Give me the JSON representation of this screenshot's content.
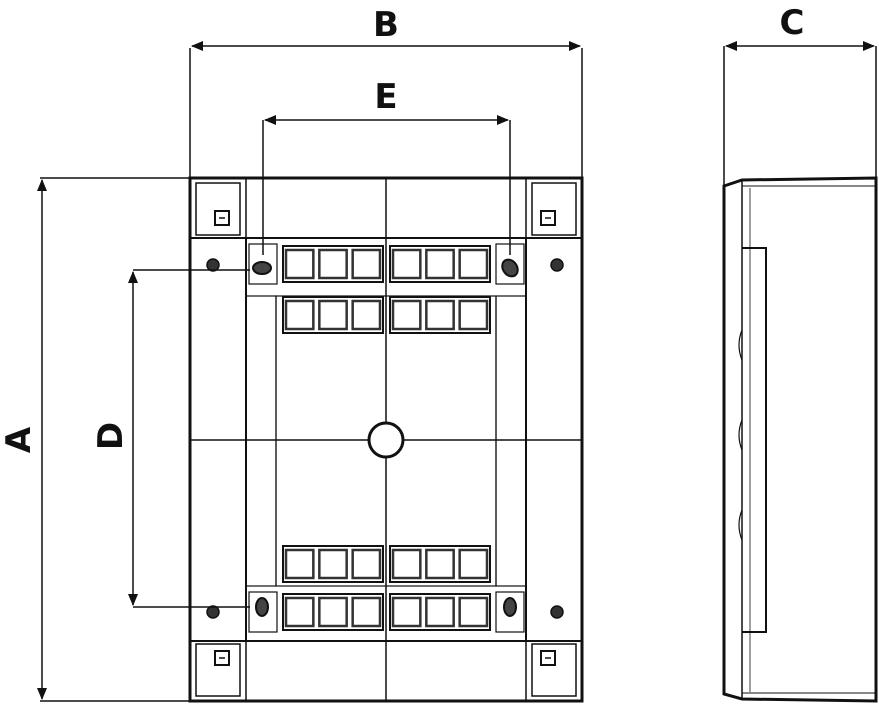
{
  "labels": {
    "a": "A",
    "b": "B",
    "c": "C",
    "d": "D",
    "e": "E"
  },
  "colors": {
    "ink": "#111111",
    "fill": "#ffffff",
    "module": "#333333"
  },
  "modules": {
    "rows": 4,
    "per_row": 6
  }
}
